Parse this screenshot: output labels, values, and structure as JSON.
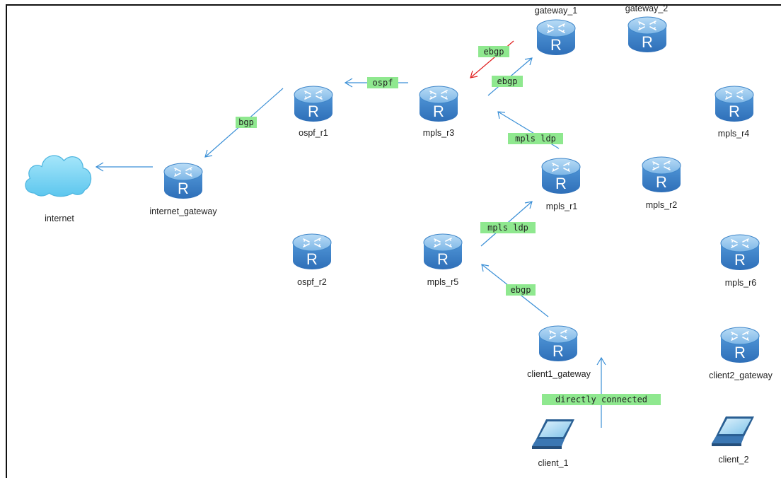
{
  "nodes": [
    {
      "id": "gateway_1",
      "type": "router",
      "label": "gateway_1"
    },
    {
      "id": "gateway_2",
      "type": "router",
      "label": "gateway_2"
    },
    {
      "id": "ospf_r1",
      "type": "router",
      "label": "ospf_r1"
    },
    {
      "id": "mpls_r3",
      "type": "router",
      "label": "mpls_r3"
    },
    {
      "id": "mpls_r4",
      "type": "router",
      "label": "mpls_r4"
    },
    {
      "id": "internet",
      "type": "cloud",
      "label": "internet"
    },
    {
      "id": "internet_gateway",
      "type": "router",
      "label": "internet_gateway"
    },
    {
      "id": "mpls_r1",
      "type": "router",
      "label": "mpls_r1"
    },
    {
      "id": "mpls_r2",
      "type": "router",
      "label": "mpls_r2"
    },
    {
      "id": "ospf_r2",
      "type": "router",
      "label": "ospf_r2"
    },
    {
      "id": "mpls_r5",
      "type": "router",
      "label": "mpls_r5"
    },
    {
      "id": "mpls_r6",
      "type": "router",
      "label": "mpls_r6"
    },
    {
      "id": "client1_gateway",
      "type": "router",
      "label": "client1_gateway"
    },
    {
      "id": "client2_gateway",
      "type": "router",
      "label": "client2_gateway"
    },
    {
      "id": "client_1",
      "type": "laptop",
      "label": "client_1"
    },
    {
      "id": "client_2",
      "type": "laptop",
      "label": "client_2"
    }
  ],
  "edges": [
    {
      "id": "ospf",
      "label": "ospf",
      "color": "#3a8fd6"
    },
    {
      "id": "bgp",
      "label": "bgp",
      "color": "#3a8fd6"
    },
    {
      "id": "internet_link",
      "label": "",
      "color": "#3a8fd6"
    },
    {
      "id": "ebgp_red",
      "label": "ebgp",
      "color": "#e02020"
    },
    {
      "id": "ebgp_blue",
      "label": "ebgp",
      "color": "#3a8fd6"
    },
    {
      "id": "mpls_ldp_top",
      "label": "mpls ldp",
      "color": "#3a8fd6"
    },
    {
      "id": "mpls_ldp_mid",
      "label": "mpls ldp",
      "color": "#3a8fd6"
    },
    {
      "id": "ebgp_client",
      "label": "ebgp",
      "color": "#3a8fd6"
    },
    {
      "id": "direct",
      "label": "directly connected",
      "color": "#3a8fd6"
    }
  ],
  "colors": {
    "label_bg": "#8fe88f",
    "router_top": "#8ec3ee",
    "router_body": "#3d7fc8",
    "cloud": "#7fd6f3"
  },
  "icons": {
    "router": "router-icon",
    "cloud": "cloud-icon",
    "laptop": "laptop-icon"
  }
}
